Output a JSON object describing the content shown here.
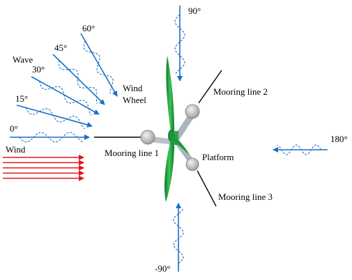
{
  "colors": {
    "wave": "#1a6fc4",
    "wind": "#e8131b",
    "blade_light": "#3ec45a",
    "blade_dark": "#0e7a28",
    "column": "#c8c8c8",
    "line": "#000000"
  },
  "wave_heading_labels": [
    "0°",
    "15°",
    "30°",
    "45°",
    "60°",
    "90°",
    "180°",
    "-90°"
  ],
  "labels": {
    "wave": "Wave",
    "wind": "Wind",
    "wind_wheel_1": "Wind",
    "wind_wheel_2": "Wheel",
    "mooring_line_1": "Mooring line 1",
    "mooring_line_2": "Mooring line 2",
    "mooring_line_3": "Mooring line 3",
    "platform": "Platform"
  },
  "wind_arrow_count": 5
}
